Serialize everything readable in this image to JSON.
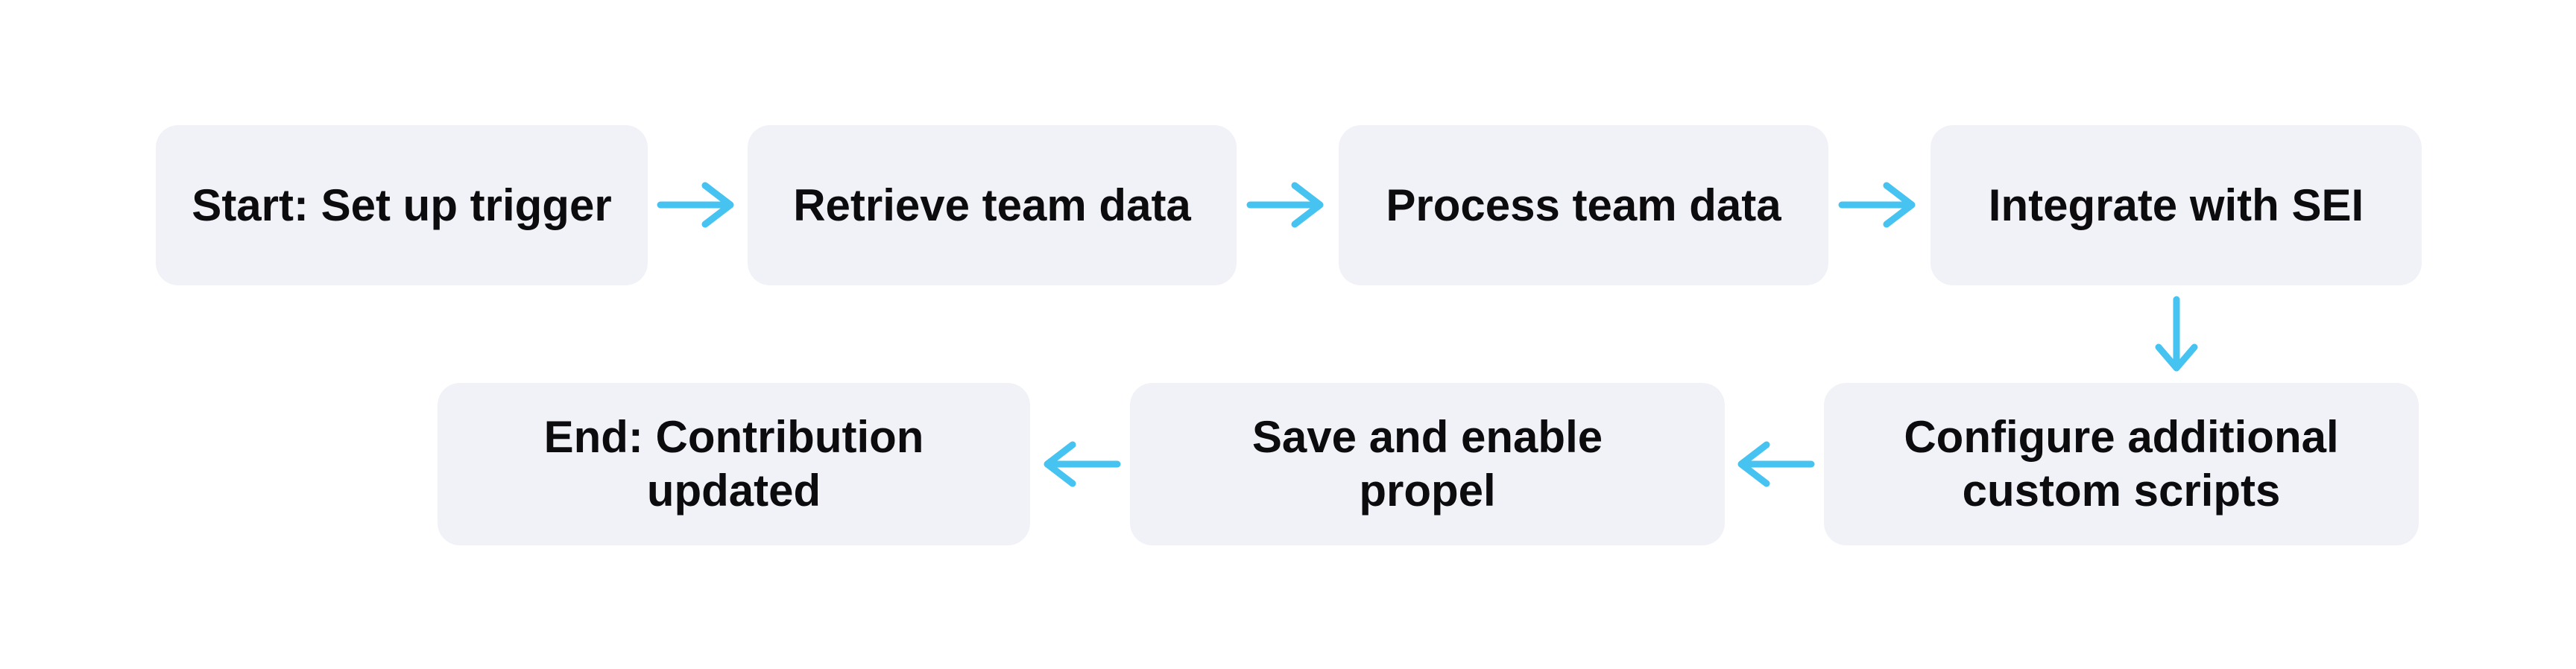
{
  "colors": {
    "background": "#ffffff",
    "box_fill": "#f1f2f7",
    "arrow": "#46c3f1",
    "text": "#0c0c0f"
  },
  "flowchart": {
    "nodes": [
      {
        "id": "start",
        "label": "Start: Set up trigger"
      },
      {
        "id": "retrieve",
        "label": "Retrieve team data"
      },
      {
        "id": "process",
        "label": "Process team data"
      },
      {
        "id": "integrate",
        "label": "Integrate with SEI"
      },
      {
        "id": "configure",
        "label": "Configure additional custom scripts"
      },
      {
        "id": "save",
        "label": "Save and enable propel"
      },
      {
        "id": "end",
        "label": "End: Contribution updated"
      }
    ],
    "edges": [
      {
        "from": "start",
        "to": "retrieve",
        "direction": "right"
      },
      {
        "from": "retrieve",
        "to": "process",
        "direction": "right"
      },
      {
        "from": "process",
        "to": "integrate",
        "direction": "right"
      },
      {
        "from": "integrate",
        "to": "configure",
        "direction": "down"
      },
      {
        "from": "configure",
        "to": "save",
        "direction": "left"
      },
      {
        "from": "save",
        "to": "end",
        "direction": "left"
      }
    ]
  }
}
